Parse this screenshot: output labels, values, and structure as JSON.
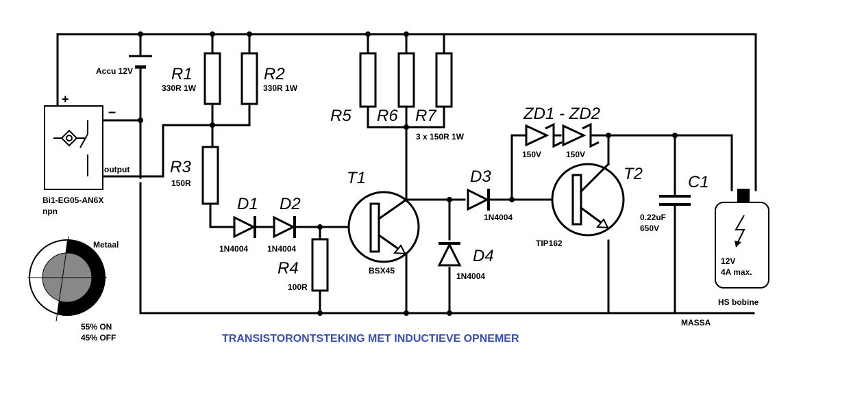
{
  "title": "TRANSISTORONTSTEKING MET INDUCTIEVE OPNEMER",
  "battery": {
    "label": "Accu 12V"
  },
  "sensor": {
    "plus": "+",
    "minus": "–",
    "output": "output",
    "model": "Bi1-EG05-AN6X",
    "type": "npn"
  },
  "resistors": {
    "r1": {
      "name": "R1",
      "value": "330R 1W"
    },
    "r2": {
      "name": "R2",
      "value": "330R 1W"
    },
    "r3": {
      "name": "R3",
      "value": "150R"
    },
    "r4": {
      "name": "R4",
      "value": "100R"
    },
    "r5": {
      "name": "R5"
    },
    "r6": {
      "name": "R6"
    },
    "r7": {
      "name": "R7",
      "value": "3 x 150R 1W"
    }
  },
  "diodes": {
    "d1": {
      "name": "D1",
      "value": "1N4004"
    },
    "d2": {
      "name": "D2",
      "value": "1N4004"
    },
    "d3": {
      "name": "D3",
      "value": "1N4004"
    },
    "d4": {
      "name": "D4",
      "value": "1N4004"
    },
    "zd": {
      "name": "ZD1 - ZD2",
      "value1": "150V",
      "value2": "150V"
    }
  },
  "transistors": {
    "t1": {
      "name": "T1",
      "value": "BSX45"
    },
    "t2": {
      "name": "T2",
      "value": "TIP162"
    }
  },
  "capacitor": {
    "name": "C1",
    "value1": "0.22uF",
    "value2": "650V"
  },
  "coil": {
    "value1": "12V",
    "value2": "4A max.",
    "name": "HS bobine"
  },
  "ground": {
    "label": "MASSA"
  },
  "disc": {
    "metal": "Metaal",
    "duty_on": "55% ON",
    "duty_off": "45% OFF"
  }
}
